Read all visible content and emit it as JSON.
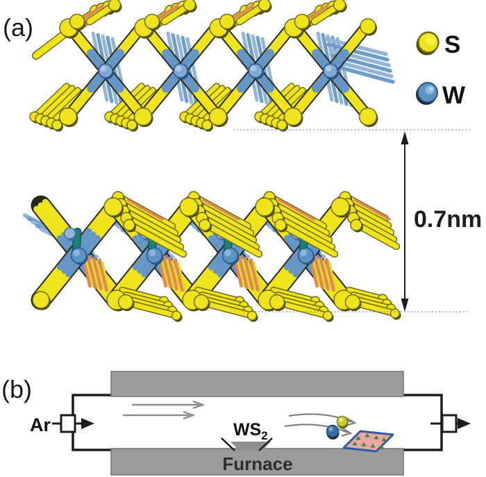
{
  "figure": {
    "panel_a_label": "(a)",
    "panel_b_label": "(b)",
    "legend": {
      "sulfur_symbol": "S",
      "tungsten_symbol": "W"
    },
    "interlayer_spacing_label": "0.7nm",
    "cvd": {
      "gas_label": "Ar",
      "source_compound": "WS",
      "source_subscript": "2",
      "furnace_label": "Furnace"
    }
  },
  "colors": {
    "sulfur": "#efe31c",
    "sulfur_dark": "#6f6a12",
    "tungsten": "#5d92c4",
    "tungsten_dark": "#2a5585",
    "ribbon_blue": "#93b5d8",
    "ribbon_blue_alt": "#6f9dc9",
    "bond_blue": "#6596c5",
    "orange_accent": "#e08858",
    "teal_accent": "#1e8273",
    "furnace_gray": "#9b9b9b",
    "substrate_pink": "#eaa8a4",
    "substrate_border": "#2c5c9e",
    "crystal_green": "#3e8a31",
    "flow_arrow_gray": "#8c8c8c",
    "molecule_sulfur": "#c6cb35",
    "molecule_tungsten": "#3b6da3"
  }
}
